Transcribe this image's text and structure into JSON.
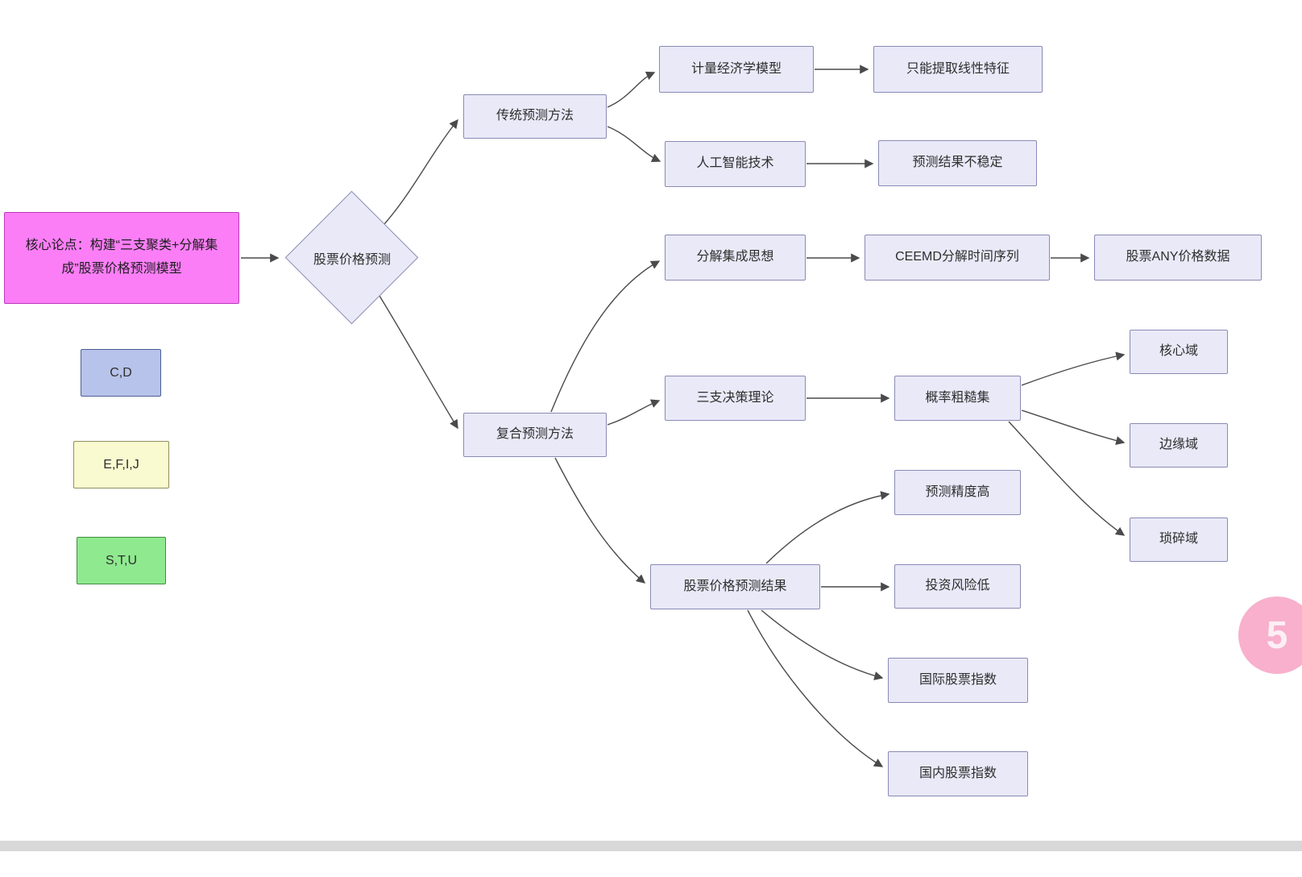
{
  "diagram": {
    "nodes": {
      "core": {
        "label": "核心论点：构建“三支聚类+分解集成”股票价格预测模型"
      },
      "decision": {
        "label": "股票价格预测"
      },
      "traditional": {
        "label": "传统预测方法"
      },
      "econometric": {
        "label": "计量经济学模型"
      },
      "linear_only": {
        "label": "只能提取线性特征"
      },
      "ai_tech": {
        "label": "人工智能技术"
      },
      "unstable": {
        "label": "预测结果不稳定"
      },
      "composite": {
        "label": "复合预测方法"
      },
      "decomposition": {
        "label": "分解集成思想"
      },
      "ceemd": {
        "label": "CEEMD分解时间序列"
      },
      "any_price": {
        "label": "股票ANY价格数据"
      },
      "three_way": {
        "label": "三支决策理论"
      },
      "rough_set": {
        "label": "概率粗糙集"
      },
      "core_domain": {
        "label": "核心域"
      },
      "boundary_domain": {
        "label": "边缘域"
      },
      "trivial_domain": {
        "label": "琐碎域"
      },
      "result": {
        "label": "股票价格预测结果"
      },
      "accuracy": {
        "label": "预测精度高"
      },
      "low_risk": {
        "label": "投资风险低"
      },
      "intl_index": {
        "label": "国际股票指数"
      },
      "domestic_index": {
        "label": "国内股票指数"
      }
    },
    "legend": {
      "cd": {
        "label": "C,D"
      },
      "efij": {
        "label": "E,F,I,J"
      },
      "stu": {
        "label": "S,T,U"
      }
    },
    "badge": {
      "label": "5"
    },
    "colors": {
      "node_fill": "#e9e9f8",
      "node_border": "#8a8ab5",
      "core_fill": "#fb7ef7",
      "core_border": "#ba3cba",
      "legend_blue_fill": "#b7c3ea",
      "legend_yellow_fill": "#fafad0",
      "legend_green_fill": "#8fe98f",
      "badge_pink": "#f8b0cc",
      "edge_stroke": "#4a4a4a"
    }
  }
}
